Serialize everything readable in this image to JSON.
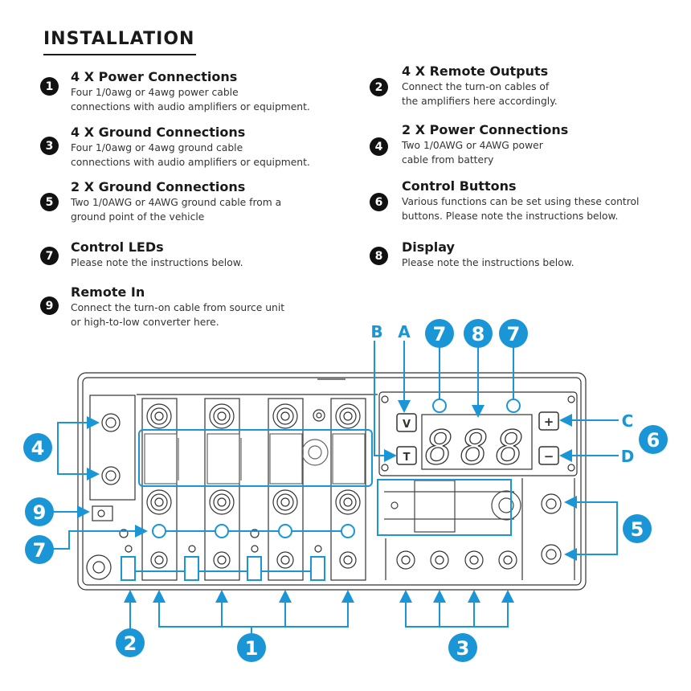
{
  "title": "INSTALLATION",
  "items": [
    {
      "num": "1",
      "heading": "4 X Power Connections",
      "lines": [
        "Four 1/0awg or 4awg power cable",
        "connections with audio amplifiers or equipment."
      ]
    },
    {
      "num": "2",
      "heading": "4 X Remote Outputs",
      "lines": [
        "Connect the turn-on cables of",
        "the amplifiers here accordingly."
      ]
    },
    {
      "num": "3",
      "heading": "4 X Ground Connections",
      "lines": [
        "Four 1/0awg or 4awg ground cable",
        "connections with audio amplifiers or equipment."
      ]
    },
    {
      "num": "4",
      "heading": "2 X Power Connections",
      "lines": [
        "Two 1/0AWG or 4AWG power",
        "cable from battery"
      ]
    },
    {
      "num": "5",
      "heading": "2 X Ground Connections",
      "lines": [
        "Two 1/0AWG or 4AWG ground cable from a",
        "ground point of the vehicle"
      ]
    },
    {
      "num": "6",
      "heading": "Control Buttons",
      "lines": [
        "Various functions can be set using these control",
        "buttons. Please note the instructions below."
      ]
    },
    {
      "num": "7",
      "heading": "Control LEDs",
      "lines": [
        "Please note the instructions below."
      ]
    },
    {
      "num": "8",
      "heading": "Display",
      "lines": [
        "Please note the instructions below."
      ]
    },
    {
      "num": "9",
      "heading": "Remote In",
      "lines": [
        "Connect the turn-on cable from source unit",
        "or high-to-low converter here."
      ]
    }
  ],
  "diagram": {
    "callouts": {
      "c1": "1",
      "c2": "2",
      "c3": "3",
      "c4": "4",
      "c5": "5",
      "c6": "6",
      "c7a": "7",
      "c7b": "7",
      "c7c": "7",
      "c8": "8",
      "c9": "9"
    },
    "letters": {
      "A": "A",
      "B": "B",
      "C": "C",
      "D": "D"
    },
    "buttons": {
      "v": "V",
      "t": "T",
      "plus": "+",
      "minus": "−"
    },
    "display_digits": [
      "8",
      "8",
      "8"
    ],
    "accent_color": "#1a96d6"
  }
}
